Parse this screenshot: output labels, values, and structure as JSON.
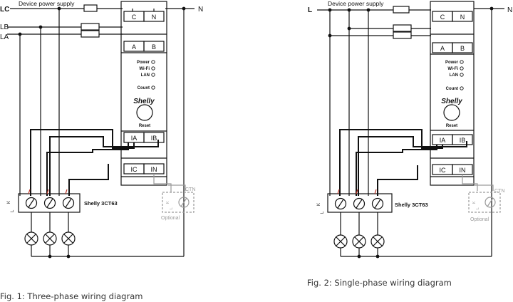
{
  "diagrams": [
    {
      "supply_label": "Device power supply",
      "phases": [
        "LC",
        "LB",
        "LA"
      ],
      "neutral": "N",
      "terminals": {
        "top": [
          "C",
          "N"
        ],
        "mid": [
          "A",
          "B"
        ],
        "inputs1": [
          "IA",
          "IB"
        ],
        "inputs2": [
          "IC",
          "IN"
        ]
      },
      "leds": [
        "Power",
        "Wi-Fi",
        "LAN",
        "Count"
      ],
      "brand": "Shelly",
      "reset": "Reset",
      "meter": "Shelly 3CT63",
      "kl": [
        "K",
        "L"
      ],
      "ctn": "CTN",
      "optional": "Optional",
      "caption": "Fig. 1: Three-phase wiring diagram"
    },
    {
      "supply_label": "Device power supply",
      "phases": [
        "L"
      ],
      "neutral": "N",
      "terminals": {
        "top": [
          "C",
          "N"
        ],
        "mid": [
          "A",
          "B"
        ],
        "inputs1": [
          "IA",
          "IB"
        ],
        "inputs2": [
          "IC",
          "IN"
        ]
      },
      "leds": [
        "Power",
        "Wi-Fi",
        "LAN",
        "Count"
      ],
      "brand": "Shelly",
      "reset": "Reset",
      "meter": "Shelly 3CT63",
      "kl": [
        "K",
        "L"
      ],
      "ctn": "CTN",
      "optional": "Optional",
      "caption": "Fig. 2: Single-phase wiring diagram"
    }
  ],
  "colors": {
    "line": "#111111",
    "wire_red": "#c0392b",
    "optional_gray": "#9a9a9a"
  }
}
